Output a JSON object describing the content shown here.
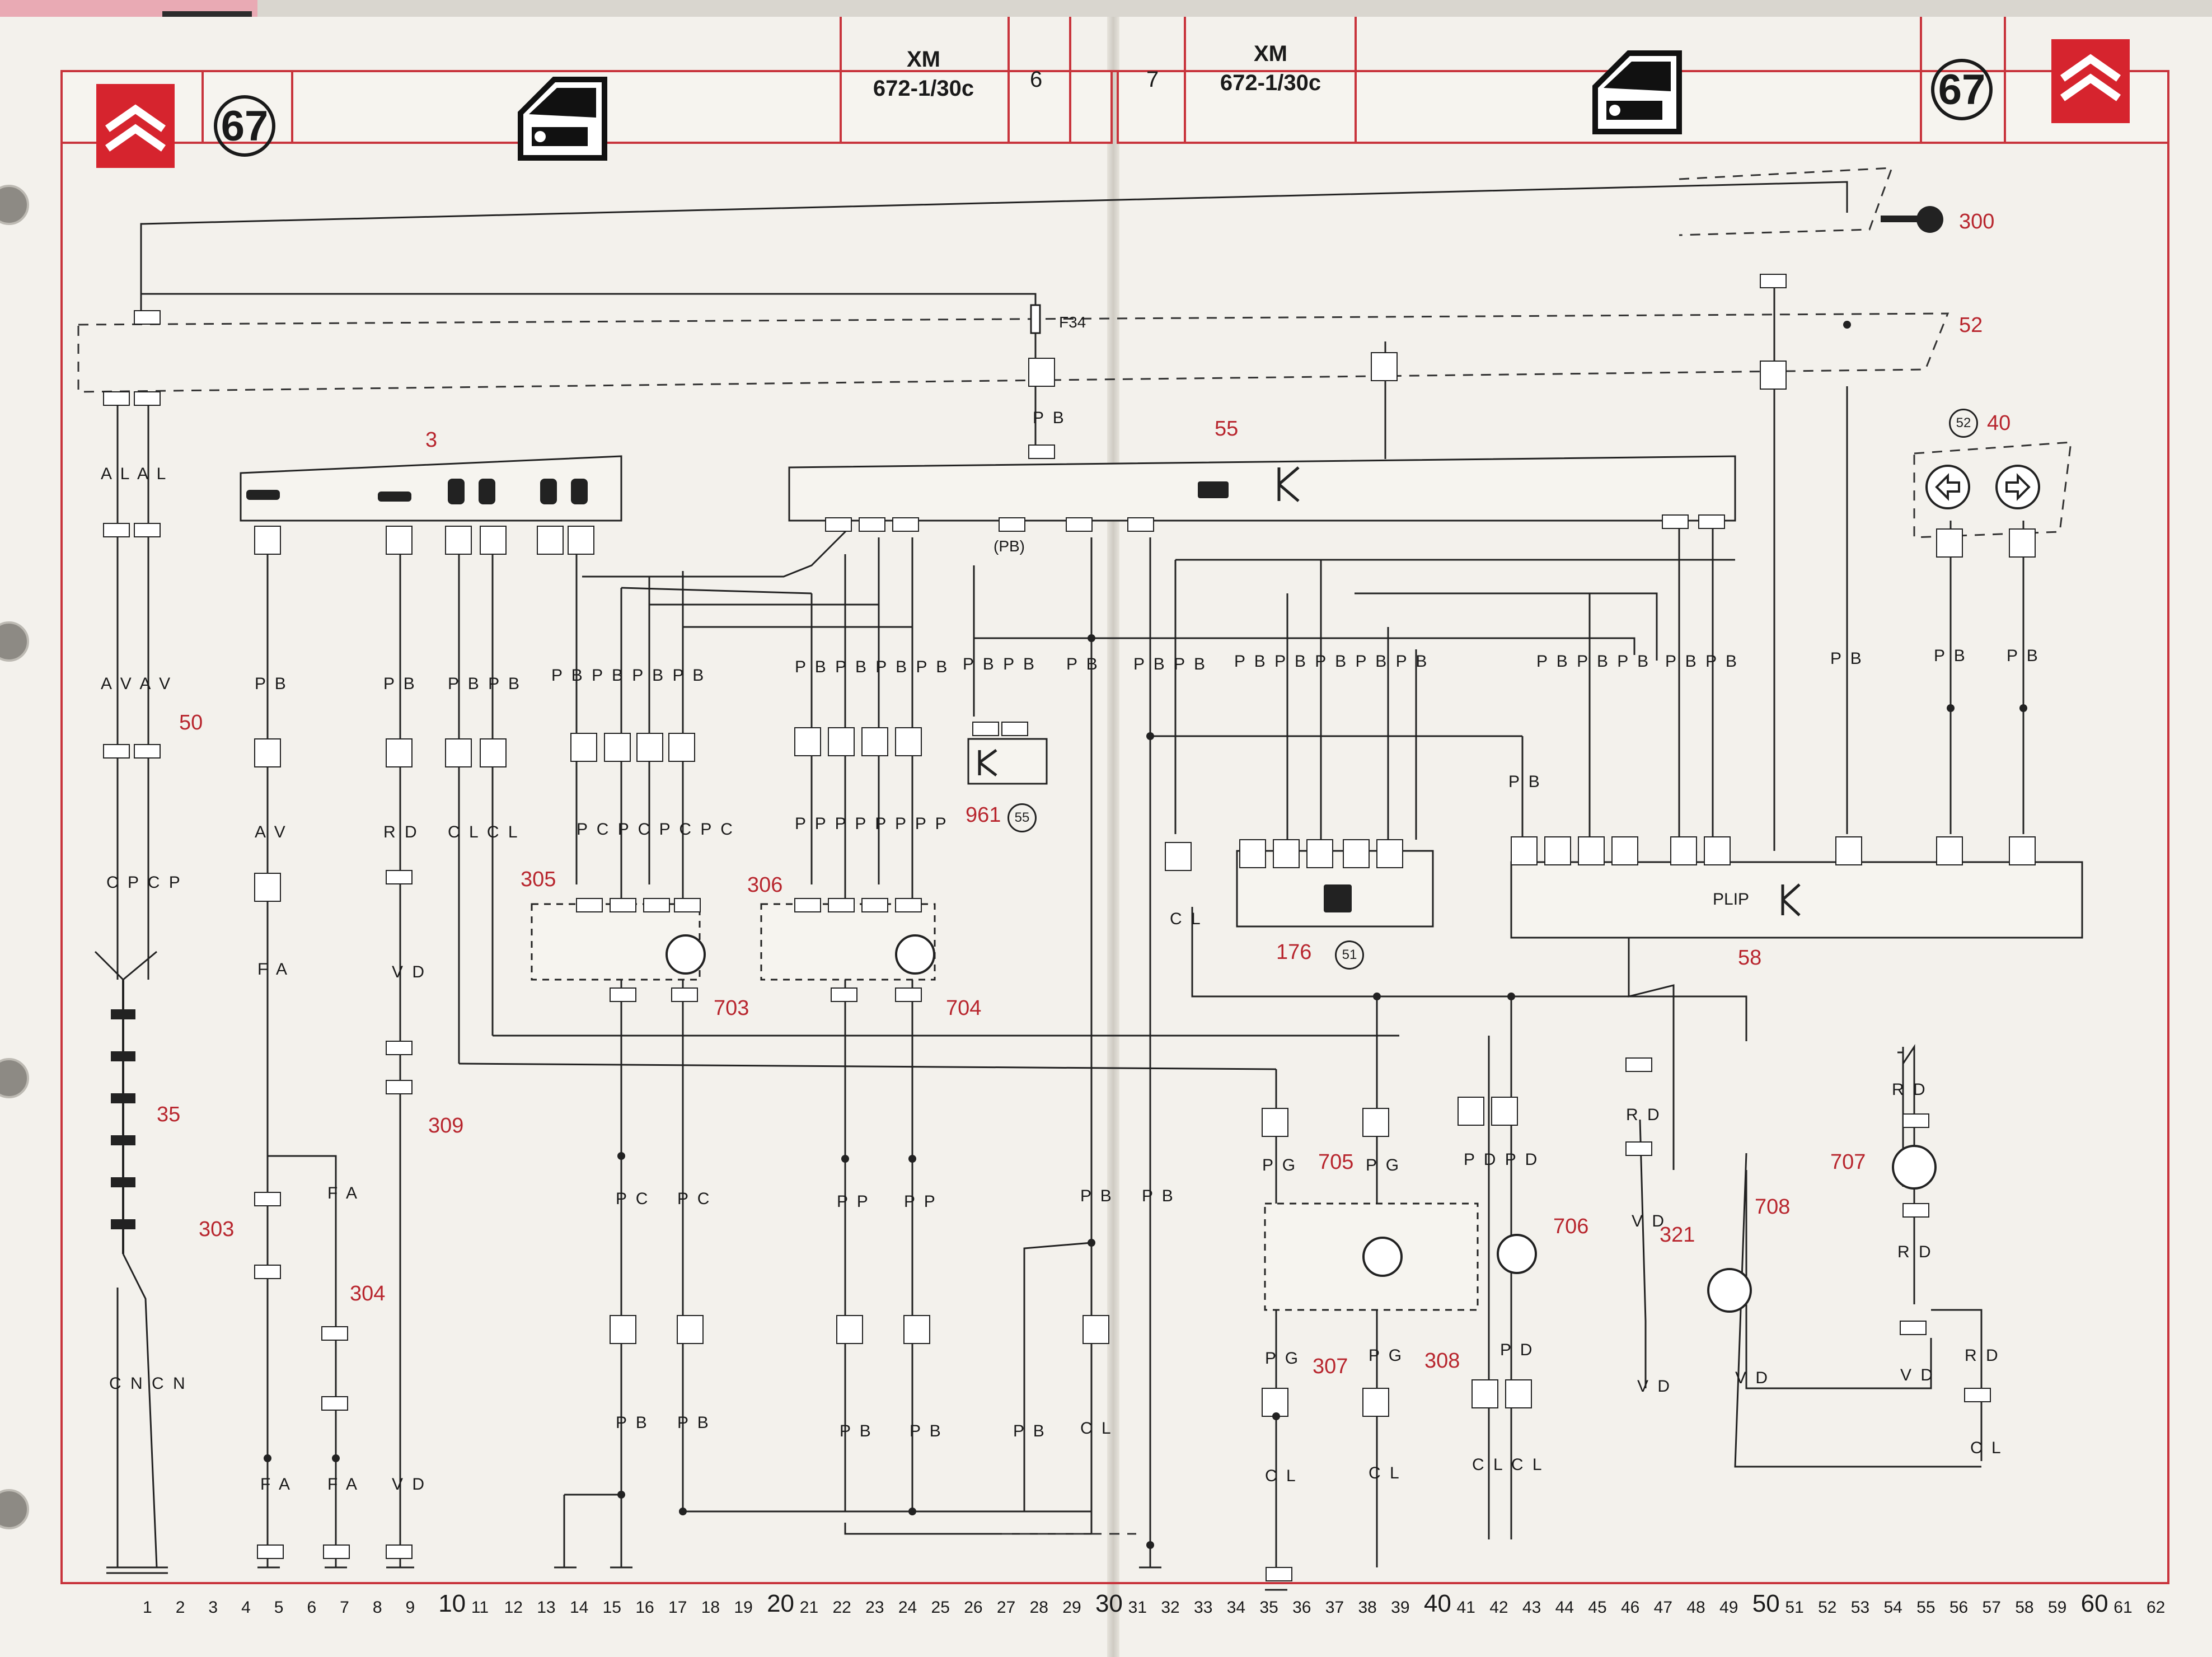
{
  "header": {
    "group_number": "67",
    "model_left": "XM",
    "code_left": "672-1/30c",
    "page_left": "6",
    "page_right": "7",
    "model_right": "XM",
    "code_right": "672-1/30c",
    "brand_color": "#d6242e"
  },
  "fuse": "F34",
  "labels": {
    "pb_note": "(PB)",
    "plip": "PLIP"
  },
  "components": {
    "c3": "3",
    "c35": "35",
    "c40": "40",
    "c50": "50",
    "c52": "52",
    "c55": "55",
    "c58": "58",
    "c176": "176",
    "c300": "300",
    "c303": "303",
    "c304": "304",
    "c305": "305",
    "c306": "306",
    "c307": "307",
    "c308": "308",
    "c309": "309",
    "c321": "321",
    "c703": "703",
    "c704": "704",
    "c705": "705",
    "c706": "706",
    "c707": "707",
    "c708": "708",
    "c961": "961"
  },
  "refs": {
    "r51": "51",
    "r52": "52",
    "r55": "55"
  },
  "wire_labels": {
    "w_alal": "A L A L",
    "w_avav": "A V A V",
    "w_cpcp": "C P C P",
    "w_cncn": "C N C N",
    "w_pb1": "P B",
    "w_av": "A V",
    "w_fa1": "F A",
    "w_fa2": "F A",
    "w_fa3": "F A",
    "w_fa4": "F A",
    "w_pb2": "P B",
    "w_rd1": "R D",
    "w_vd1": "V D",
    "w_vd2": "V D",
    "w_pbpb1": "P B P B",
    "w_clcl1": "C L C L",
    "w_pbpbpb1": "P B P B P B P B",
    "w_pcpc1": "P C P C P C P C",
    "w_pbpbpb2": "P B P B P B P B",
    "w_pppp": "P P P P P P P P",
    "w_pbpb3": "P B P B",
    "w_pb4": "P B",
    "w_pbpb5": "P B P B",
    "w_pbpbpb6": "P B P B P B P B P B",
    "w_pbpbpb7": "P B P B P B",
    "w_pbpb8": "P B P B",
    "w_pb9": "P B",
    "w_pb10": "P B",
    "w_pb11": "P B",
    "w_pb12": "P B",
    "w_pb13": "P B",
    "w_cl1": "C L",
    "w_pc1": "P C",
    "w_pc2": "P C",
    "w_pp1": "P P",
    "w_pp2": "P P",
    "w_pb14": "P B",
    "w_pb15": "P B",
    "w_pb16": "P B",
    "w_pb17": "P B",
    "w_pb18": "P B",
    "w_cl2": "C L",
    "w_pb19": "P B",
    "w_pb20": "P B",
    "w_pg1": "P G",
    "w_pg2": "P G",
    "w_pg3": "P G",
    "w_pg4": "P G",
    "w_pdpd": "P D P D",
    "w_pd": "P D",
    "w_cl3": "C L",
    "w_cl4": "C L",
    "w_clcl2": "C L C L",
    "w_rd2": "R D",
    "w_rd3": "R D",
    "w_rd4": "R D",
    "w_rd5": "R D",
    "w_vd3": "V D",
    "w_vd4": "V D",
    "w_vd5": "V D",
    "w_vd6": "V D",
    "w_cl5": "C L"
  },
  "ruler": [
    "1",
    "2",
    "3",
    "4",
    "5",
    "6",
    "7",
    "8",
    "9",
    "10",
    "11",
    "12",
    "13",
    "14",
    "15",
    "16",
    "17",
    "18",
    "19",
    "20",
    "21",
    "22",
    "23",
    "24",
    "25",
    "26",
    "27",
    "28",
    "29",
    "30",
    "31",
    "32",
    "33",
    "34",
    "35",
    "36",
    "37",
    "38",
    "39",
    "40",
    "41",
    "42",
    "43",
    "44",
    "45",
    "46",
    "47",
    "48",
    "49",
    "50",
    "51",
    "52",
    "53",
    "54",
    "55",
    "56",
    "57",
    "58",
    "59",
    "60",
    "61",
    "62"
  ]
}
